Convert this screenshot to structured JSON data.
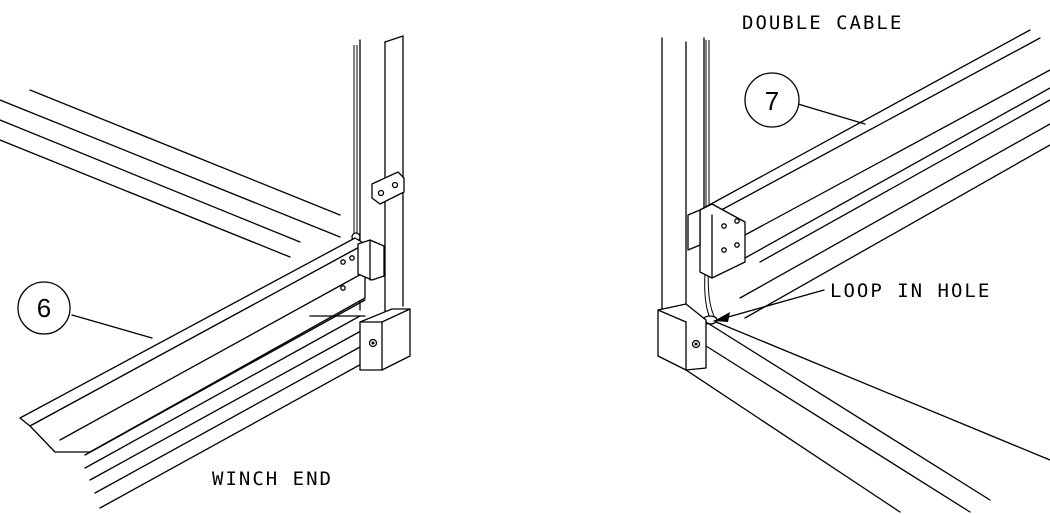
{
  "labels": {
    "winch_end": "WINCH END",
    "double_cable": "DOUBLE CABLE",
    "loop_in_hole": "LOOP IN HOLE"
  },
  "callouts": [
    {
      "number": "6"
    },
    {
      "number": "7"
    }
  ],
  "colors": {
    "line": "#000000",
    "background": "#ffffff"
  }
}
